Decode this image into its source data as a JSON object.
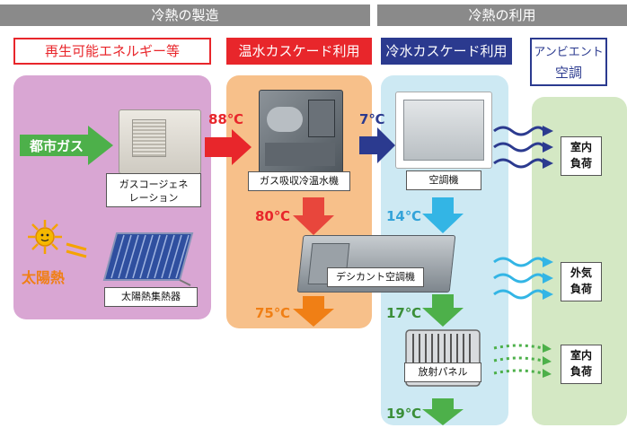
{
  "banners": {
    "production": "冷熱の製造",
    "utilization": "冷熱の利用"
  },
  "headers": {
    "renewable": "再生可能エネルギー等",
    "hot_water_cascade": "温水カスケード利用",
    "cold_water_cascade": "冷水カスケード利用",
    "ambient_line1": "アンビエント",
    "ambient_line2": "空調"
  },
  "sources": {
    "city_gas": "都市ガス",
    "solar_heat": "太陽熱"
  },
  "equipment": {
    "cogeneration_line1": "ガスコージェネ",
    "cogeneration_line2": "レーション",
    "solar_collector": "太陽熱集熱器",
    "absorption_chiller": "ガス吸収冷温水機",
    "air_conditioner": "空調機",
    "desiccant": "デシカント空調機",
    "radiant_panel": "放射パネル"
  },
  "temperatures": {
    "t88": "88℃",
    "t80": "80℃",
    "t75": "75℃",
    "t7": "7℃",
    "t14": "14℃",
    "t17": "17℃",
    "t19": "19℃"
  },
  "loads": {
    "indoor1_line1": "室内",
    "indoor1_line2": "負荷",
    "outdoor_line1": "外気",
    "outdoor_line2": "負荷",
    "indoor2_line1": "室内",
    "indoor2_line2": "負荷"
  },
  "colors": {
    "banner": "#8a8a8a",
    "renewable_panel": "#d9a6d3",
    "hot_panel": "#f7c08a",
    "cold_panel": "#cde9f3",
    "ambient_panel": "#d4e8c4",
    "red": "#e8262b",
    "navy": "#2b3a8f",
    "green": "#4db04a",
    "orange": "#f07f15",
    "sky": "#33b5e5"
  }
}
